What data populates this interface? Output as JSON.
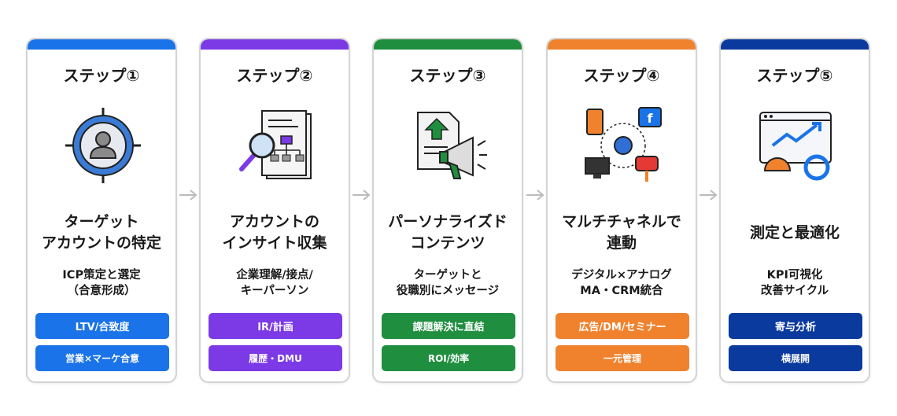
{
  "colors": {
    "step1": "#1a73e8",
    "step2": "#7b3ae6",
    "step3": "#1f8e3f",
    "step4": "#f0822e",
    "step5": "#0b3a9e"
  },
  "steps": [
    {
      "label": "ステップ①",
      "icon": "target-person-icon",
      "title": [
        "ターゲット",
        "アカウントの特定"
      ],
      "sub": [
        "ICP策定と選定",
        "（合意形成）"
      ],
      "tags": [
        "LTV/合致度",
        "営業×マーケ合意"
      ]
    },
    {
      "label": "ステップ②",
      "icon": "document-search-icon",
      "title": [
        "アカウントの",
        "インサイト収集"
      ],
      "sub": [
        "企業理解/接点/",
        "キーパーソン"
      ],
      "tags": [
        "IR/計画",
        "履歴・DMU"
      ]
    },
    {
      "label": "ステップ③",
      "icon": "megaphone-content-icon",
      "title": [
        "パーソナライズド",
        "コンテンツ"
      ],
      "sub": [
        "ターゲットと",
        "役職別にメッセージ"
      ],
      "tags": [
        "課題解決に直結",
        "ROI/効率"
      ]
    },
    {
      "label": "ステップ④",
      "icon": "multichannel-icon",
      "title": [
        "マルチチャネルで",
        "連動"
      ],
      "sub": [
        "デジタル×アナログ",
        "MA・CRM統合"
      ],
      "tags": [
        "広告/DM/セミナー",
        "一元管理"
      ]
    },
    {
      "label": "ステップ⑤",
      "icon": "analytics-dashboard-icon",
      "title": [
        "測定と最適化"
      ],
      "sub": [
        "KPI可視化",
        "改善サイクル"
      ],
      "tags": [
        "寄与分析",
        "横展開"
      ]
    }
  ]
}
